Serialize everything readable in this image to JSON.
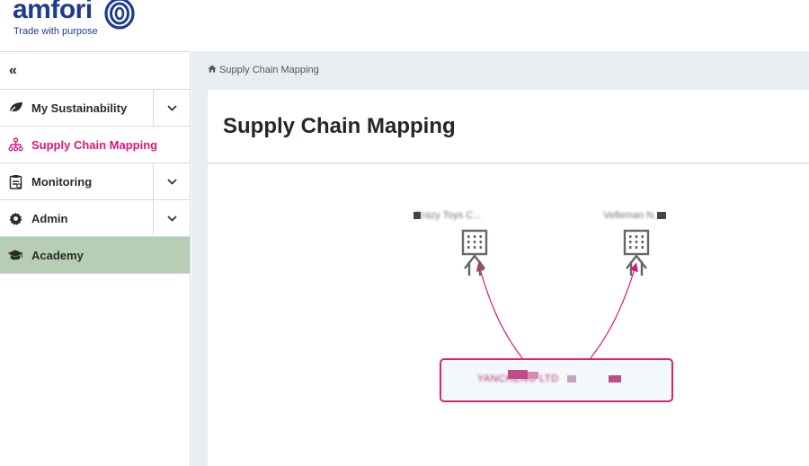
{
  "header": {
    "brand": "amfori",
    "tagline": "Trade with purpose"
  },
  "sidebar": {
    "collapse_icon": "double-chevron-left-icon",
    "items": [
      {
        "label": "My Sustainability",
        "icon": "leaf-icon",
        "expandable": true
      },
      {
        "label": "Supply Chain Mapping",
        "icon": "hierarchy-icon",
        "expandable": false,
        "active": true
      },
      {
        "label": "Monitoring",
        "icon": "clipboard-icon",
        "expandable": true
      },
      {
        "label": "Admin",
        "icon": "gear-icon",
        "expandable": true
      },
      {
        "label": "Academy",
        "icon": "graduation-cap-icon",
        "expandable": false,
        "highlighted": true
      }
    ]
  },
  "breadcrumb": {
    "icon": "home-icon",
    "label": "Supply Chain Mapping"
  },
  "page": {
    "title": "Supply Chain Mapping"
  },
  "diagram": {
    "suppliers": [
      {
        "label": "Crazy Toys C...",
        "icon": "building-icon"
      },
      {
        "label": "Velleman N...",
        "icon": "building-icon"
      }
    ],
    "source": {
      "label": "YANCHENG LTD"
    },
    "colors": {
      "accent": "#e0147c",
      "arrow": "#e0147c",
      "brand": "#1d3b8f"
    }
  }
}
